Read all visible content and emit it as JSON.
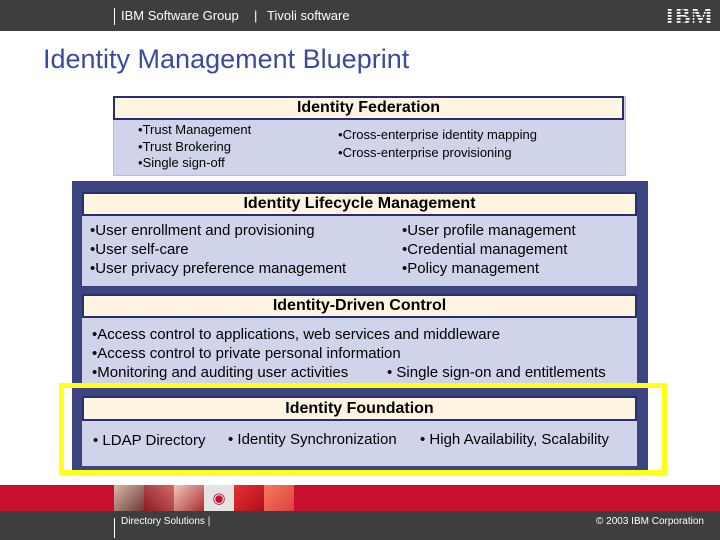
{
  "header": {
    "brand_text": "IBM Software Group",
    "divider": "|",
    "product_text": "Tivoli software",
    "logo_text": "IBM",
    "logo_color": "#ffffff"
  },
  "title": "Identity Management Blueprint",
  "federation": {
    "heading": "Identity Federation",
    "left_items": [
      "Trust Management",
      "Trust Brokering",
      "Single sign-off"
    ],
    "right_items": [
      "Cross-enterprise identity mapping",
      "Cross-enterprise provisioning"
    ]
  },
  "lifecycle": {
    "heading": "Identity Lifecycle Management",
    "left_items": [
      "User enrollment and provisioning",
      "User self-care",
      "User privacy preference management"
    ],
    "right_items": [
      "User profile management",
      "Credential management",
      "Policy management"
    ]
  },
  "control": {
    "heading": "Identity-Driven Control",
    "items": [
      "Access control to applications, web services and middleware",
      "Access control to private personal information",
      "Monitoring and auditing user activities"
    ],
    "extra_item": "Single sign-on and entitlements"
  },
  "foundation": {
    "heading": "Identity Foundation",
    "items": [
      "LDAP Directory",
      "Identity Synchronization",
      "High Availability, Scalability"
    ]
  },
  "footer": {
    "left_text": "Directory Solutions |",
    "right_text": "© 2003 IBM Corporation"
  },
  "colors": {
    "title": "#3a4aa0",
    "panel": "#3c4482",
    "box": "#d0d4ea",
    "heading_bar": "#fdf5e2",
    "highlight": "#ffff1a",
    "footer_red": "#c8102e",
    "header_gray": "#3e3e3e"
  }
}
